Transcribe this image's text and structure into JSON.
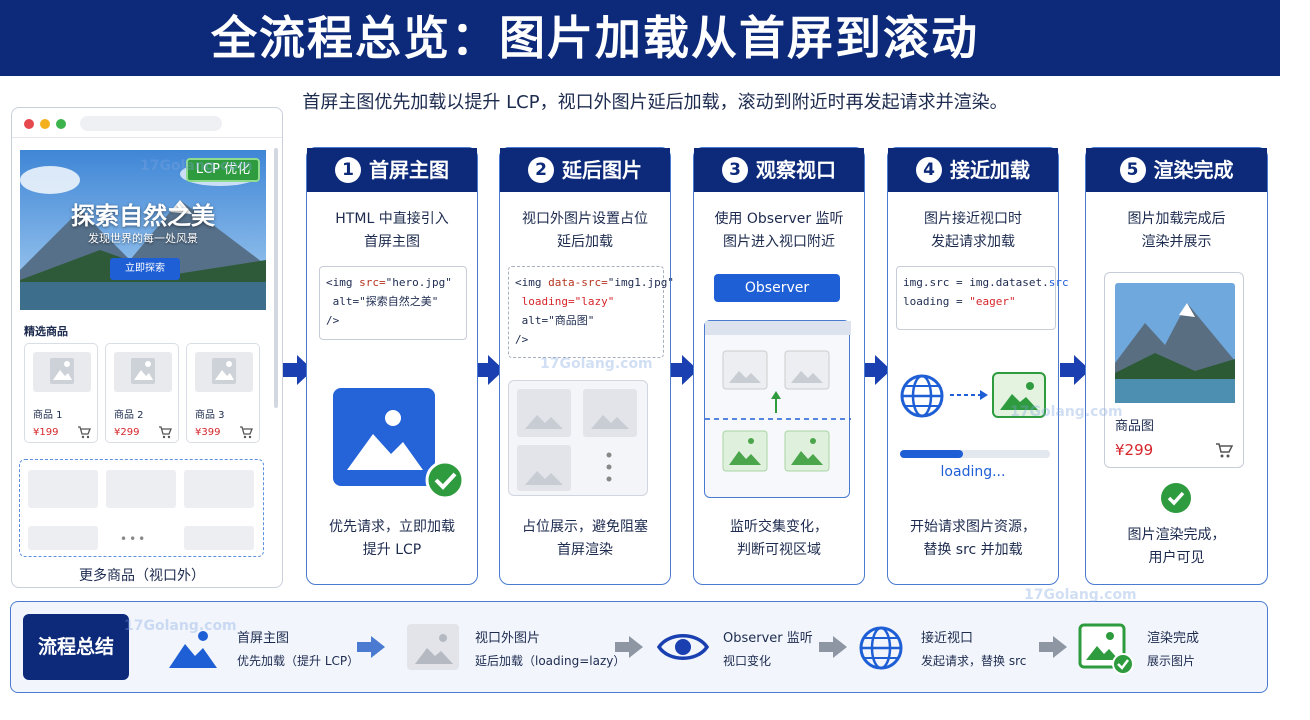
{
  "title": "全流程总览：图片加载从首屏到滚动",
  "subtitle": "首屏主图优先加载以提升 LCP，视口外图片延后加载，滚动到附近时再发起请求并渲染。",
  "browser": {
    "badge": "LCP 优化",
    "hero_title": "探索自然之美",
    "hero_subtitle": "发现世界的每一处风景",
    "hero_button": "立即探索",
    "section_title": "精选商品",
    "products": [
      {
        "name": "商品 1",
        "price": "¥199"
      },
      {
        "name": "商品 2",
        "price": "¥299"
      },
      {
        "name": "商品 3",
        "price": "¥399"
      }
    ],
    "more_dots": "•••",
    "more_label": "更多商品（视口外）"
  },
  "steps": [
    {
      "num": "1",
      "title": "首屏主图",
      "desc": "HTML 中直接引入\n首屏主图",
      "foot": "优先请求，立即加载\n提升 LCP"
    },
    {
      "num": "2",
      "title": "延后图片",
      "desc": "视口外图片设置占位\n延后加载",
      "foot": "占位展示，避免阻塞\n首屏渲染"
    },
    {
      "num": "3",
      "title": "观察视口",
      "desc": "使用 Observer 监听\n图片进入视口附近",
      "foot": "监听交集变化，\n判断可视区域"
    },
    {
      "num": "4",
      "title": "接近加载",
      "desc": "图片接近视口时\n发起请求加载",
      "foot": "开始请求图片资源，\n替换 src 并加载"
    },
    {
      "num": "5",
      "title": "渲染完成",
      "desc": "图片加载完成后\n渲染并展示",
      "foot": "图片渲染完成，\n用户可见"
    }
  ],
  "code1": {
    "l1a": "<img ",
    "l1b": "src=",
    "l1c": "\"hero.jpg\"",
    "l2": " alt=\"探索自然之美\"",
    "l3": "/>"
  },
  "code2": {
    "l1a": "<img ",
    "l1b": "data-src=",
    "l1c": "\"img1.jpg\"",
    "l2": " loading=\"lazy\"",
    "l3": " alt=\"商品图\"",
    "l4": "/>"
  },
  "code4": {
    "l1a": "img.src = img.dataset.",
    "l1b": "src",
    "l2a": "loading = ",
    "l2b": "\"eager\""
  },
  "observer_label": "Observer",
  "loading_text": "loading...",
  "loading_progress": 0.42,
  "final_product": {
    "name": "商品图",
    "price": "¥299"
  },
  "summary": {
    "label": "流程总结",
    "items": [
      {
        "t1": "首屏主图",
        "t2": "优先加载（提升 LCP）"
      },
      {
        "t1": "视口外图片",
        "t2": "延后加载（loading=lazy）"
      },
      {
        "t1": "Observer 监听",
        "t2": "视口变化"
      },
      {
        "t1": "接近视口",
        "t2": "发起请求，替换 src"
      },
      {
        "t1": "渲染完成",
        "t2": "展示图片"
      }
    ]
  },
  "watermark": "17Golang.com",
  "colors": {
    "navy": "#0d2a7a",
    "blue": "#1f5fd6",
    "green": "#2e9b3e",
    "red": "#d6262b"
  }
}
